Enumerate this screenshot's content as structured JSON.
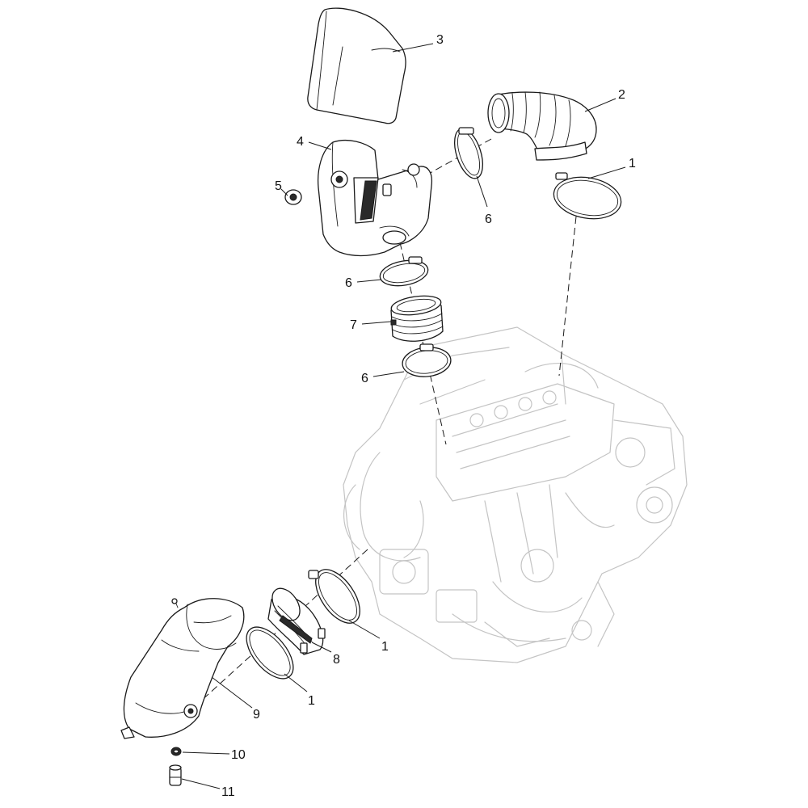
{
  "callouts": [
    {
      "id": "c1a",
      "label": "1"
    },
    {
      "id": "c2",
      "label": "2"
    },
    {
      "id": "c3",
      "label": "3"
    },
    {
      "id": "c4",
      "label": "4"
    },
    {
      "id": "c5",
      "label": "5"
    },
    {
      "id": "c6a",
      "label": "6"
    },
    {
      "id": "c6b",
      "label": "6"
    },
    {
      "id": "c7",
      "label": "7"
    },
    {
      "id": "c6c",
      "label": "6"
    },
    {
      "id": "c1b",
      "label": "1"
    },
    {
      "id": "c8",
      "label": "8"
    },
    {
      "id": "c1c",
      "label": "1"
    },
    {
      "id": "c9",
      "label": "9"
    },
    {
      "id": "c10",
      "label": "10"
    },
    {
      "id": "c11",
      "label": "11"
    }
  ]
}
